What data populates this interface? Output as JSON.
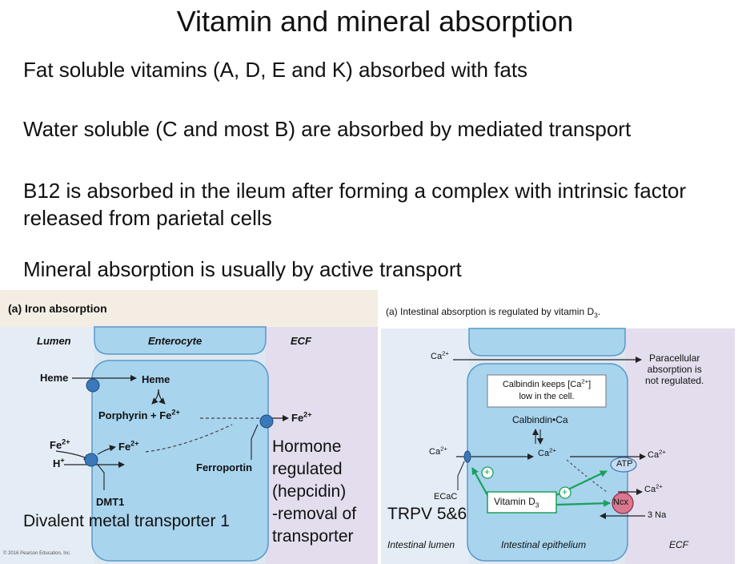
{
  "title": "Vitamin and mineral absorption",
  "bullets": [
    "Fat soluble vitamins (A, D, E and K) absorbed with fats",
    "Water soluble (C and most B) are absorbed by mediated transport",
    "B12 is absorbed in the ileum after forming a complex with intrinsic factor released from parietal cells",
    "Mineral absorption is usually by active transport"
  ],
  "iron_figure": {
    "heading": "(a) Iron absorption",
    "regions": {
      "lumen": "Lumen",
      "cell": "Enterocyte",
      "ecf": "ECF"
    },
    "heme_lumen": "Heme",
    "heme_cell": "Heme",
    "porphyrin": "Porphyrin + Fe",
    "fe_lumen": "Fe",
    "h_plus": "H",
    "fe_cell": "Fe",
    "fe_ecf": "Fe",
    "ferroportin": "Ferroportin",
    "dmt1": "DMT1",
    "charge_2plus": "2+",
    "charge_plus": "+",
    "copyright": "© 2016 Pearson Education, Inc."
  },
  "iron_notes": {
    "hormone": [
      "Hormone",
      "regulated",
      "(hepcidin)",
      "-removal of",
      "transporter"
    ],
    "dmt1_full": "Divalent metal transporter 1"
  },
  "calcium_figure": {
    "heading_main": "(a) Intestinal absorption is regulated by vitamin D",
    "heading_sub": "3",
    "heading_end": ".",
    "ca": "Ca",
    "charge_2plus": "2+",
    "paracellular": [
      "Paracellular",
      "absorption is",
      "not regulated."
    ],
    "calbindin_box": [
      "Calbindin keeps [Ca",
      "2+",
      "]",
      "low in the cell."
    ],
    "calbindin_ca": "Calbindin•Ca",
    "atp": "ATP",
    "ncx": "Ncx",
    "na": "3 Na",
    "vitamin_d": "Vitamin D",
    "vitamin_d_sub": "3",
    "ecac": "ECaC",
    "plus_sign": "+",
    "lumen_label": "Intestinal lumen",
    "epithelium_label": "Intestinal epithelium",
    "ecf_label": "ECF"
  },
  "calcium_notes": {
    "trpv": "TRPV 5&6"
  }
}
